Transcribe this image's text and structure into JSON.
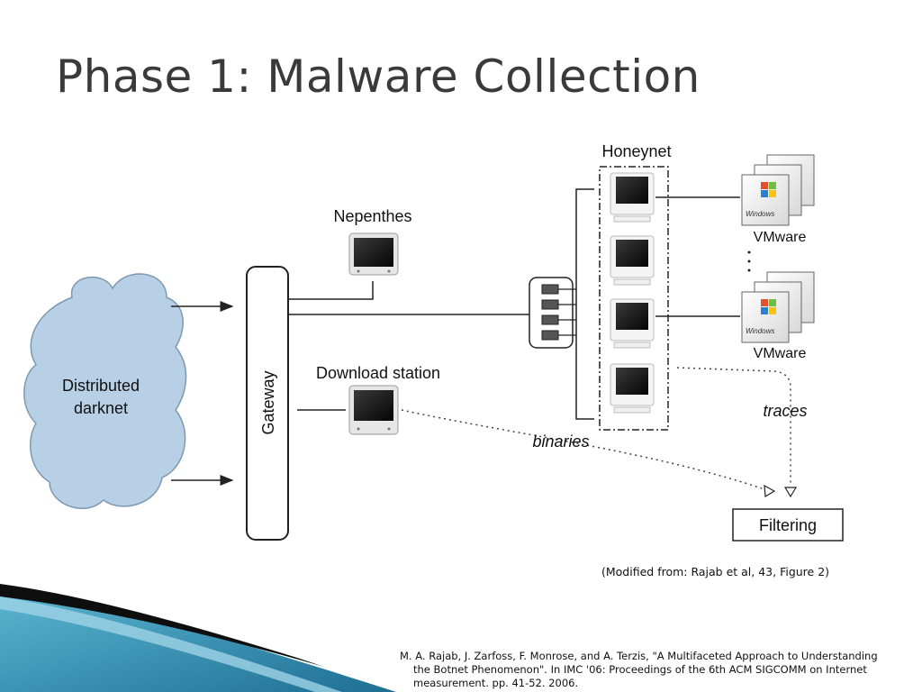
{
  "slide": {
    "title": "Phase 1: Malware Collection",
    "caption": "(Modified from: Rajab et al, 43, Figure 2)",
    "reference_lines": [
      "M. A. Rajab, J. Zarfoss, F. Monrose, and A. Terzis, \"A Multifaceted Approach to Understanding",
      "the Botnet Phenomenon\". In IMC '06: Proceedings of the 6th ACM SIGCOMM on Internet",
      "measurement. pp. 41-52. 2006."
    ]
  },
  "diagram": {
    "darknet_label_line1": "Distributed",
    "darknet_label_line2": "darknet",
    "gateway_label": "Gateway",
    "nepenthes_label": "Nepenthes",
    "download_station_label": "Download station",
    "honeynet_label": "Honeynet",
    "vmware_label_1": "VMware",
    "vmware_label_2": "VMware",
    "windows_badge": "Windows",
    "traces_label": "traces",
    "binaries_label": "binaries",
    "filtering_label": "Filtering",
    "colors": {
      "cloud_fill": "#b5cfe6",
      "line": "#333333",
      "screen": "#111111",
      "teal_decor": "#2b8fb0"
    }
  }
}
